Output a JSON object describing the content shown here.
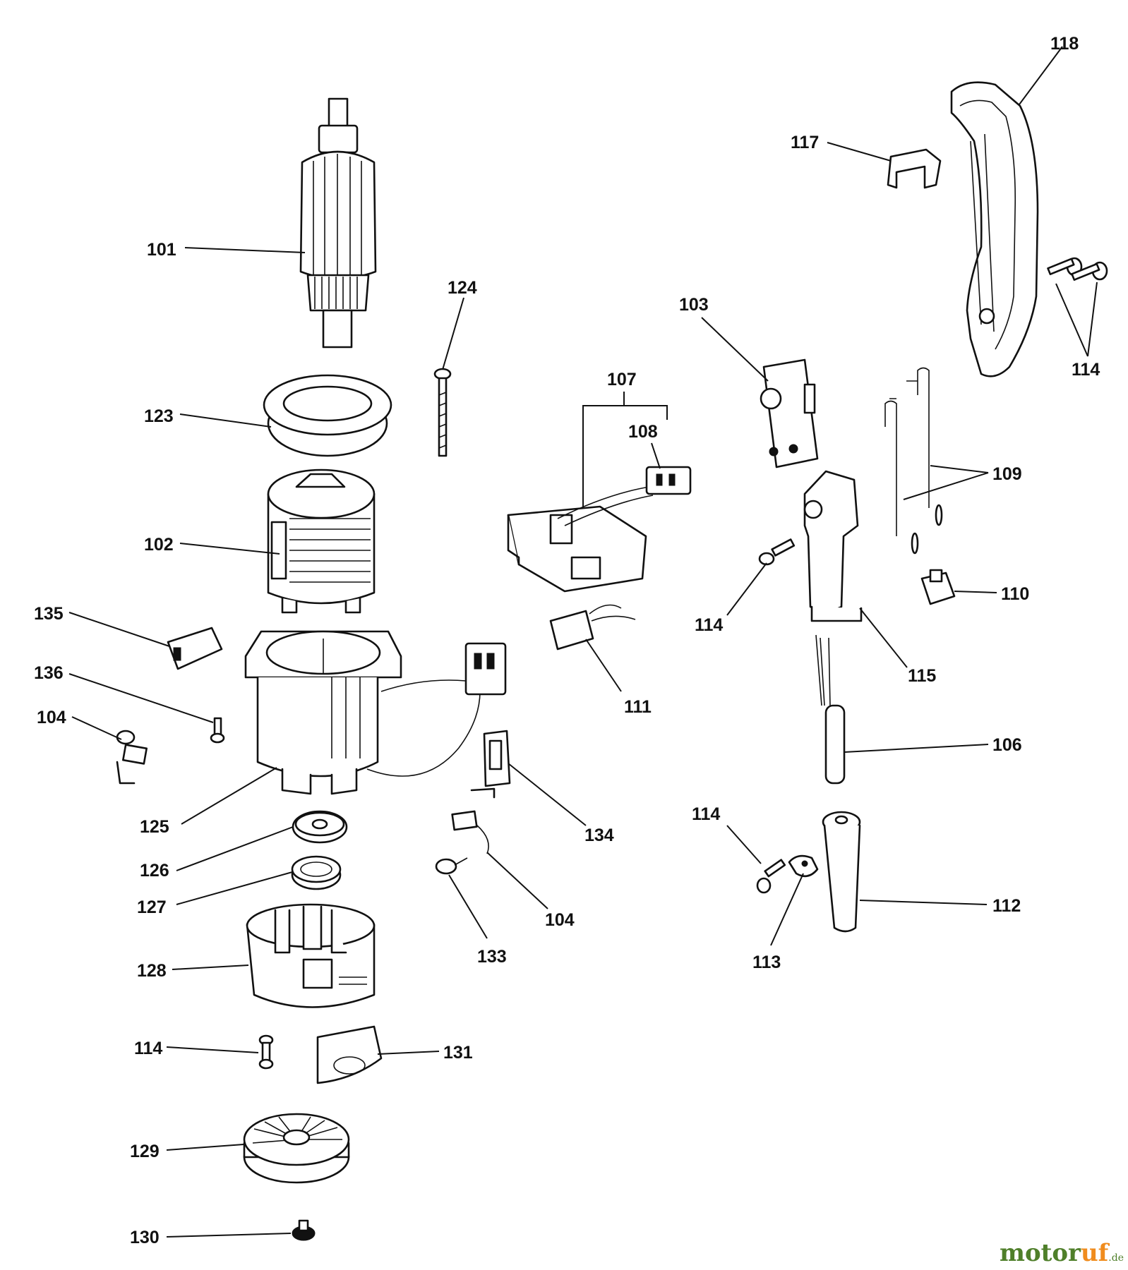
{
  "labels": {
    "p101": "101",
    "p102": "102",
    "p103": "103",
    "p104a": "104",
    "p104b": "104",
    "p106": "106",
    "p107": "107",
    "p108": "108",
    "p109": "109",
    "p110": "110",
    "p111": "111",
    "p112": "112",
    "p113": "113",
    "p114a": "114",
    "p114b": "114",
    "p114c": "114",
    "p114d": "114",
    "p115": "115",
    "p117": "117",
    "p118": "118",
    "p123": "123",
    "p124": "124",
    "p125": "125",
    "p126": "126",
    "p127": "127",
    "p128": "128",
    "p129": "129",
    "p130": "130",
    "p131": "131",
    "p133": "133",
    "p134": "134",
    "p135": "135",
    "p136": "136"
  },
  "watermark": {
    "main": "motor",
    "accent": "uf",
    "tld": ".de"
  },
  "colors": {
    "ink": "#111111",
    "background": "#ffffff",
    "watermark_green": "#4f7f2a",
    "watermark_orange": "#f08c1e"
  }
}
